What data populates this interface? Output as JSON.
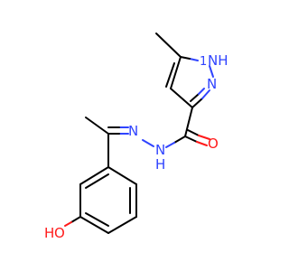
{
  "molecule": {
    "colors": {
      "carbon_bond": "#000000",
      "nitrogen": "#2f43ff",
      "oxygen": "#ff1a1a",
      "background": "#ffffff"
    },
    "atom_labels": {
      "pyrazole_nh": "NH",
      "pyrazole_nh_h": "1",
      "pyrazole_n": "N",
      "carbonyl_o": "O",
      "hydrazide_n": "N",
      "hydrazide_h": "H",
      "imine_n": "N",
      "hydroxyl_o": "O",
      "hydroxyl_h": "H"
    }
  }
}
